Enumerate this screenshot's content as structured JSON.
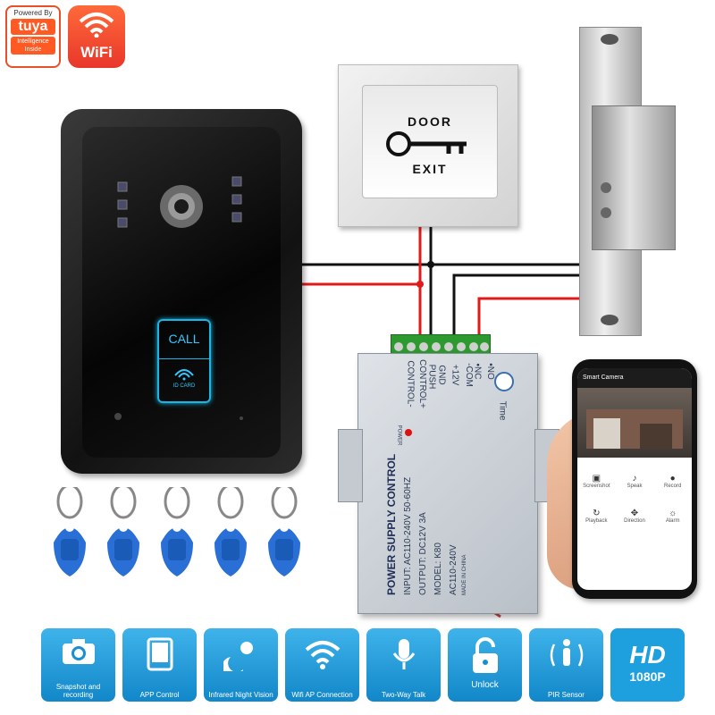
{
  "badges": {
    "tuya_powered": "Powered By",
    "tuya_brand": "tuya",
    "tuya_sub": "Intelligence Inside",
    "wifi_label": "WiFi"
  },
  "doorbell": {
    "call_label": "CALL",
    "id_card_label": "ID CARD"
  },
  "exit_button": {
    "line1": "DOOR",
    "line2": "EXIT"
  },
  "power_supply": {
    "title": "POWER SUPPLY CONTROL",
    "input": "INPUT: AC110-240V  50-60HZ",
    "output": "OUTPUT: DC12V  3A",
    "model": "MODEL: K80",
    "ac": "AC110-240V",
    "made_in": "MADE IN CHINA",
    "power_led": "POWER",
    "time_label": "Time",
    "terminals": [
      "CONTROL-",
      "CONTROL+",
      "PUSH",
      "GND",
      "+12V",
      "-COM",
      "•NC",
      "•NO"
    ]
  },
  "phone": {
    "app_title": "Smart Camera",
    "controls": [
      "Screenshot",
      "Speak",
      "Record",
      "Playback",
      "Direction",
      "Alarm"
    ]
  },
  "features": [
    {
      "label": "Snapshot and recording",
      "icon": "camera-icon"
    },
    {
      "label": "APP Control",
      "icon": "tablet-icon"
    },
    {
      "label": "Infrared Night Vision",
      "icon": "moon-sun-icon"
    },
    {
      "label": "Wifi AP Connection",
      "icon": "wifi-icon"
    },
    {
      "label": "Two-Way Talk",
      "icon": "microphone-icon"
    },
    {
      "label": "Unlock",
      "icon": "unlock-icon"
    },
    {
      "label": "PIR Sensor",
      "icon": "pir-icon"
    },
    {
      "label": "1080P",
      "icon": "hd-icon",
      "badge": "HD"
    }
  ],
  "colors": {
    "wire_red": "#e01a1a",
    "wire_black": "#111111",
    "accent_blue": "#1a95d8",
    "tuya_orange": "#ff5a24"
  }
}
